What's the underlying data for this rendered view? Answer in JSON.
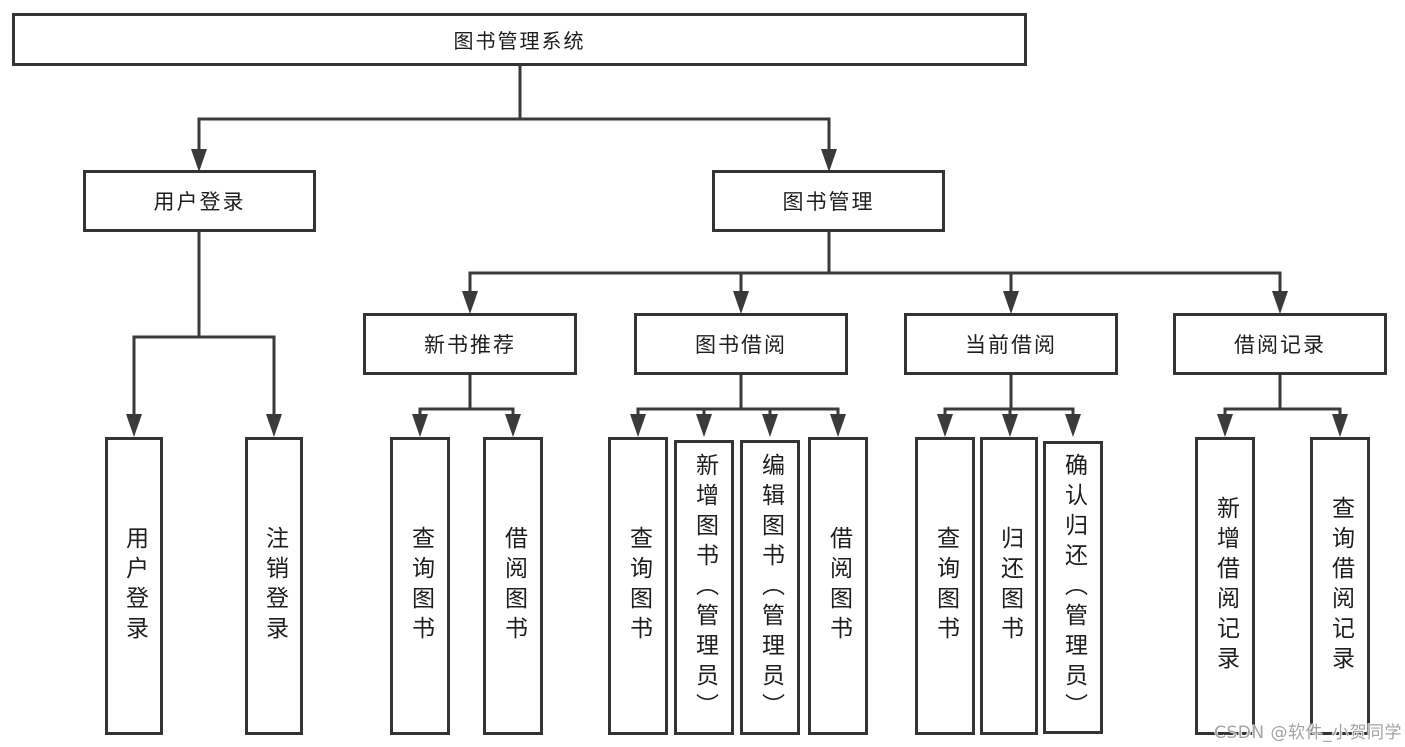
{
  "tree": {
    "label": "图书管理系统",
    "children": [
      {
        "label": "用户登录",
        "children": [
          {
            "label": "用户登录"
          },
          {
            "label": "注销登录"
          }
        ]
      },
      {
        "label": "图书管理",
        "children": [
          {
            "label": "新书推荐",
            "children": [
              {
                "label": "查询图书"
              },
              {
                "label": "借阅图书"
              }
            ]
          },
          {
            "label": "图书借阅",
            "children": [
              {
                "label": "查询图书"
              },
              {
                "label": "新增图书（管理员）"
              },
              {
                "label": "编辑图书（管理员）"
              },
              {
                "label": "借阅图书"
              }
            ]
          },
          {
            "label": "当前借阅",
            "children": [
              {
                "label": "查询图书"
              },
              {
                "label": "归还图书"
              },
              {
                "label": "确认归还（管理员）"
              }
            ]
          },
          {
            "label": "借阅记录",
            "children": [
              {
                "label": "新增借阅记录"
              },
              {
                "label": "查询借阅记录"
              }
            ]
          }
        ]
      }
    ]
  },
  "watermark": {
    "text": "CSDN @软件_小贺同学"
  },
  "colors": {
    "line": "#3a3a3a",
    "box_border": "#333333",
    "text": "#1e1e1e",
    "watermark": "#a3a3a3",
    "background": "#ffffff"
  }
}
